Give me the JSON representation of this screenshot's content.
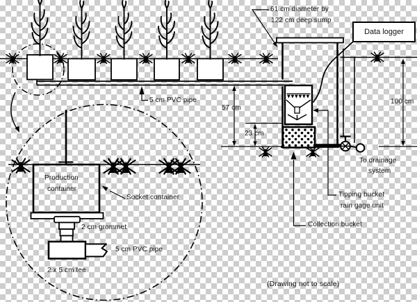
{
  "diagram": {
    "sump_label": {
      "line1": "61 cm diameter by",
      "line2": "122 cm deep sump"
    },
    "data_logger": "Data logger",
    "pipe_label_top": "5 cm PVC pipe",
    "dimensions": {
      "pipe_to_floor": "57 cm",
      "bucket_height": "23 cm",
      "ground_to_floor": "100 cm"
    },
    "drainage_label": {
      "line1": "To drainage",
      "line2": "system"
    },
    "tipping_bucket_label": {
      "line1": "Tipping bucket",
      "line2": "rain gage unit"
    },
    "collection_bucket_label": "Collection bucket",
    "detail_view": {
      "production_container": {
        "line1": "Production",
        "line2": "container"
      },
      "socket_container": "Socket container",
      "grommet": "2 cm grommet",
      "pipe": "5 cm PVC pipe",
      "tee": "2 x 5 cm tee"
    },
    "footnote": "(Drawing not to scale)"
  },
  "colors": {
    "line": "#000000",
    "checker": "#cdcdcd",
    "fill": "#ffffff"
  }
}
